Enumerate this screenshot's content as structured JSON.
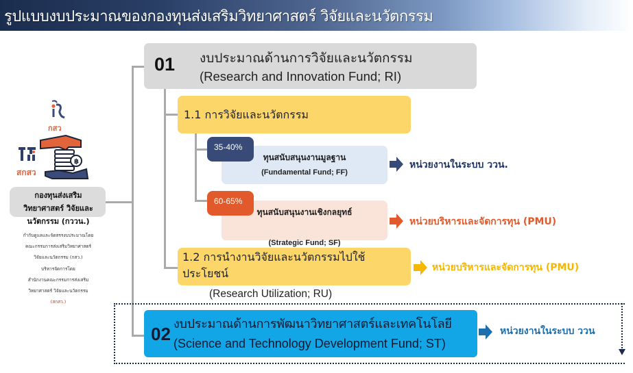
{
  "header": {
    "title": "รูปแบบงบประมาณของกองทุนส่งเสริมวิทยาศาสตร์ วิจัยและนวัตกรรม"
  },
  "logos": {
    "top": {
      "symbol": "R",
      "label": "กสว"
    },
    "left": {
      "symbol": "TSRI",
      "label": "สกสว"
    },
    "icon": "hands-coins-icon"
  },
  "organization": {
    "name_lines": [
      "กองทุนส่งเสริม",
      "วิทยาศาสตร์ วิจัยและ",
      "นวัตกรรม (กววน.)"
    ],
    "desc_lines": [
      "กำกับดูแลและจัดสรรงบประมาณโดย",
      "คณะกรรมการส่งเสริมวิทยาศาสตร์",
      "วิจัยและนวัตกรรม (กสว.)",
      "บริหารจัดการโดย",
      "สำนักงานคณะกรรมการส่งเสริม",
      "วิทยาศาสตร์ วิจัยและนวัตกรรม",
      "(สกสว.)"
    ]
  },
  "budget_01": {
    "number": "01",
    "title_th": "งบประมาณด้านการวิจัยและนวัตกรรม",
    "title_en": "(Research and Innovation Fund; RI)",
    "sub_11": {
      "label": "1.1 การวิจัยและนวัตกรรม",
      "funds": [
        {
          "share": "35-40%",
          "title_th": "ทุนสนับสนุนงานมูลฐาน",
          "title_en": "(Fundamental Fund; FF)",
          "destination": "หน่วยงานในระบบ ววน.",
          "color": "#384a77"
        },
        {
          "share": "60-65%",
          "title_th": "ทุนสนับสนุนงานเชิงกลยุทธ์",
          "title_en": "(Strategic Fund; SF)",
          "destination": "หน่วยบริหารและจัดการทุน (PMU)",
          "color": "#e25a2c"
        }
      ]
    },
    "sub_12": {
      "label": "1.2 การนำงานวิจัยและนวัตกรรมไปใช้ประโยชน์",
      "label_en": "(Research Utilization; RU)",
      "destination": "หน่วยบริหารและจัดการทุน (PMU)",
      "color": "#f5b700"
    }
  },
  "budget_02": {
    "number": "02",
    "title_th": "งบประมาณด้านการพัฒนาวิทยาศาสตร์และเทคโนโลยี",
    "title_en": "(Science and Technology Development Fund; ST)",
    "destination": "หน่วยงานในระบบ ววน",
    "color": "#12a6e6"
  }
}
